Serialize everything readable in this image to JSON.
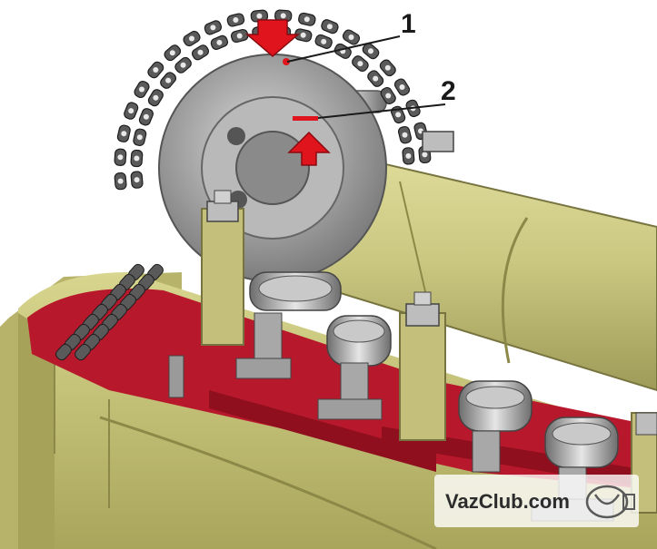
{
  "callouts": [
    {
      "label": "1"
    },
    {
      "label": "2"
    }
  ],
  "watermark": {
    "text": "VazClub.com"
  },
  "colors": {
    "housing": "#c9c77a",
    "housing_shadow": "#9d9a55",
    "camshaft": "#cfcc84",
    "head_red": "#b8182b",
    "chain": "#4a4a4a",
    "sprocket": "#9a9a9a",
    "arrow": "#e0141c"
  },
  "icons": {
    "arrow_1": "down-arrow-icon",
    "arrow_2": "up-arrow-icon",
    "watermark_logo": "vaz-logo-icon"
  }
}
